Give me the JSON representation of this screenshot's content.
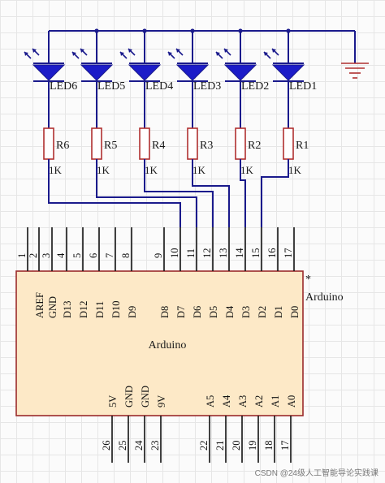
{
  "leds": [
    {
      "label": "LED6",
      "resistor": "R6",
      "value": "1K"
    },
    {
      "label": "LED5",
      "resistor": "R5",
      "value": "1K"
    },
    {
      "label": "LED4",
      "resistor": "R4",
      "value": "1K"
    },
    {
      "label": "LED3",
      "resistor": "R3",
      "value": "1K"
    },
    {
      "label": "LED2",
      "resistor": "R2",
      "value": "1K"
    },
    {
      "label": "LED1",
      "resistor": "R1",
      "value": "1K"
    }
  ],
  "chip": {
    "name": "Arduino",
    "designator": "Arduino",
    "asterisk": "*",
    "top_pins": [
      {
        "num": "1",
        "name": ""
      },
      {
        "num": "2",
        "name": "AREF"
      },
      {
        "num": "3",
        "name": "GND"
      },
      {
        "num": "4",
        "name": "D13"
      },
      {
        "num": "5",
        "name": "D12"
      },
      {
        "num": "6",
        "name": "D11"
      },
      {
        "num": "7",
        "name": "D10"
      },
      {
        "num": "8",
        "name": "D9"
      },
      {
        "num": "9",
        "name": "D8"
      },
      {
        "num": "10",
        "name": "D7"
      },
      {
        "num": "11",
        "name": "D6"
      },
      {
        "num": "12",
        "name": "D5"
      },
      {
        "num": "13",
        "name": "D4"
      },
      {
        "num": "14",
        "name": "D3"
      },
      {
        "num": "15",
        "name": "D2"
      },
      {
        "num": "16",
        "name": "D1"
      },
      {
        "num": "17",
        "name": "D0"
      }
    ],
    "bottom_pins": [
      {
        "num": "26",
        "name": "5V"
      },
      {
        "num": "25",
        "name": "GND"
      },
      {
        "num": "24",
        "name": "GND"
      },
      {
        "num": "23",
        "name": "9V"
      },
      {
        "num": "22",
        "name": "A5"
      },
      {
        "num": "21",
        "name": "A4"
      },
      {
        "num": "20",
        "name": "A3"
      },
      {
        "num": "19",
        "name": "A2"
      },
      {
        "num": "18",
        "name": "A1"
      },
      {
        "num": "17",
        "name": "A0"
      }
    ]
  },
  "watermark": "CSDN @24级人工智能导论实践课"
}
